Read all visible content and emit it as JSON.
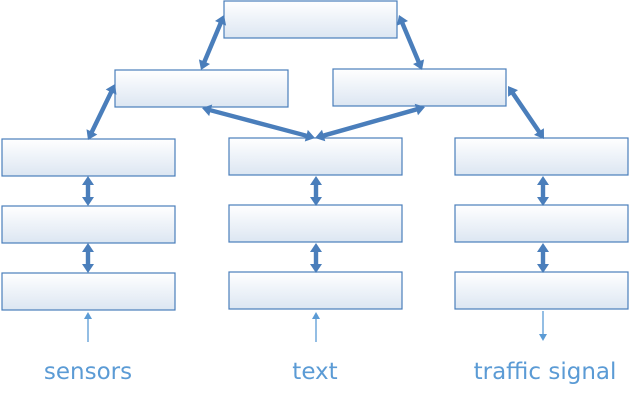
{
  "colors": {
    "box_border": "#4a7ebb",
    "box_fill_top": "#ffffff",
    "box_fill_bottom": "#dce6f2",
    "arrow": "#4a7ebb",
    "thin_arrow": "#5b9bd5",
    "label": "#5b9bd5"
  },
  "labels": {
    "sensors": "sensors",
    "text": "text",
    "traffic_signal": "traffic signal"
  }
}
